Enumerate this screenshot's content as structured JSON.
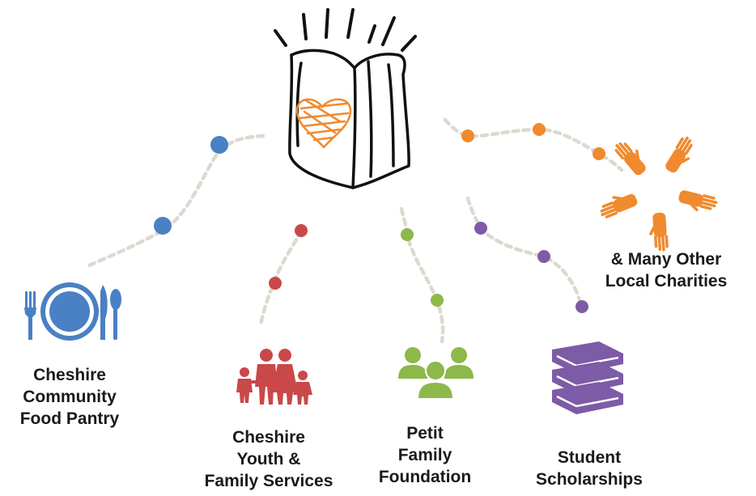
{
  "colors": {
    "pantry": "#4a80c4",
    "youth": "#c9484a",
    "petit": "#8db84a",
    "scholarships": "#7d5ba6",
    "charities": "#f08a2e",
    "connector": "#dcdad0",
    "text": "#1a1a1a"
  },
  "center": {
    "icon": "bag-with-heart-icon"
  },
  "branches": [
    {
      "id": "pantry",
      "icon": "plate-fork-knife-spoon-icon",
      "label_lines": [
        "Cheshire",
        "Community",
        "Food Pantry"
      ]
    },
    {
      "id": "youth",
      "icon": "family-icon",
      "label_lines": [
        "Cheshire",
        "Youth &",
        "Family Services"
      ]
    },
    {
      "id": "petit",
      "icon": "group-people-icon",
      "label_lines": [
        "Petit",
        "Family",
        "Foundation"
      ]
    },
    {
      "id": "scholarships",
      "icon": "stacked-books-icon",
      "label_lines": [
        "Student",
        "Scholarships"
      ]
    },
    {
      "id": "charities",
      "icon": "circle-of-hands-icon",
      "label_lines": [
        "& Many Other",
        "Local Charities"
      ]
    }
  ]
}
